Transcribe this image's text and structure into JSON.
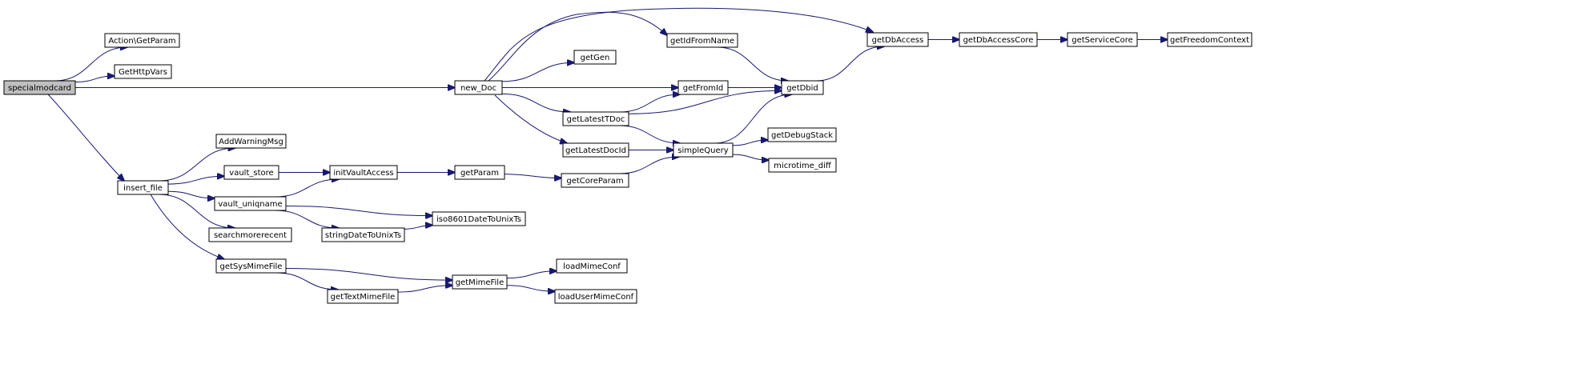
{
  "diagram": {
    "root": "specialmodcard",
    "nodes": [
      {
        "id": "specialmodcard",
        "label": "specialmodcard",
        "root": true
      },
      {
        "id": "action_getparam",
        "label": "Action\\GetParam"
      },
      {
        "id": "gethttpvars",
        "label": "GetHttpVars"
      },
      {
        "id": "new_doc",
        "label": "new_Doc"
      },
      {
        "id": "insert_file",
        "label": "insert_file"
      },
      {
        "id": "getdbaccess",
        "label": "getDbAccess"
      },
      {
        "id": "getidfromname",
        "label": "getIdFromName"
      },
      {
        "id": "getgen",
        "label": "getGen"
      },
      {
        "id": "getfromid",
        "label": "getFromId"
      },
      {
        "id": "getlatesttdoc",
        "label": "getLatestTDoc"
      },
      {
        "id": "getlatestdocid",
        "label": "getLatestDocId"
      },
      {
        "id": "getdbaccesscore",
        "label": "getDbAccessCore"
      },
      {
        "id": "getservicecore",
        "label": "getServiceCore"
      },
      {
        "id": "getfreedomcontext",
        "label": "getFreedomContext"
      },
      {
        "id": "getdbid",
        "label": "getDbid"
      },
      {
        "id": "simplequery",
        "label": "simpleQuery"
      },
      {
        "id": "getdebugstack",
        "label": "getDebugStack"
      },
      {
        "id": "microtime_diff",
        "label": "microtime_diff"
      },
      {
        "id": "addwarningmsg",
        "label": "AddWarningMsg"
      },
      {
        "id": "vault_store",
        "label": "vault_store"
      },
      {
        "id": "vault_uniqname",
        "label": "vault_uniqname"
      },
      {
        "id": "searchmorerecent",
        "label": "searchmorerecent"
      },
      {
        "id": "getsysmimefile",
        "label": "getSysMimeFile"
      },
      {
        "id": "initvaultaccess",
        "label": "initVaultAccess"
      },
      {
        "id": "getparam",
        "label": "getParam"
      },
      {
        "id": "getcoreparam",
        "label": "getCoreParam"
      },
      {
        "id": "iso8601datetounixts",
        "label": "iso8601DateToUnixTs"
      },
      {
        "id": "stringdatetounixts",
        "label": "stringDateToUnixTs"
      },
      {
        "id": "gettextmimefile",
        "label": "getTextMimeFile"
      },
      {
        "id": "getmimefile",
        "label": "getMimeFile"
      },
      {
        "id": "loadmimeconf",
        "label": "loadMimeConf"
      },
      {
        "id": "loadusermimeconf",
        "label": "loadUserMimeConf"
      }
    ],
    "edges": [
      [
        "specialmodcard",
        "action_getparam"
      ],
      [
        "specialmodcard",
        "gethttpvars"
      ],
      [
        "specialmodcard",
        "new_doc"
      ],
      [
        "specialmodcard",
        "insert_file"
      ],
      [
        "new_doc",
        "getdbaccess"
      ],
      [
        "new_doc",
        "getidfromname"
      ],
      [
        "new_doc",
        "getgen"
      ],
      [
        "new_doc",
        "getfromid"
      ],
      [
        "new_doc",
        "getlatesttdoc"
      ],
      [
        "new_doc",
        "getlatestdocid"
      ],
      [
        "getdbaccess",
        "getdbaccesscore"
      ],
      [
        "getdbaccesscore",
        "getservicecore"
      ],
      [
        "getservicecore",
        "getfreedomcontext"
      ],
      [
        "getidfromname",
        "getdbid"
      ],
      [
        "getfromid",
        "getdbid"
      ],
      [
        "getlatesttdoc",
        "getfromid"
      ],
      [
        "getlatesttdoc",
        "getdbid"
      ],
      [
        "getlatesttdoc",
        "simplequery"
      ],
      [
        "getlatestdocid",
        "simplequery"
      ],
      [
        "getdbid",
        "getdbaccess"
      ],
      [
        "simplequery",
        "getdbid"
      ],
      [
        "simplequery",
        "getdebugstack"
      ],
      [
        "simplequery",
        "microtime_diff"
      ],
      [
        "insert_file",
        "addwarningmsg"
      ],
      [
        "insert_file",
        "vault_store"
      ],
      [
        "insert_file",
        "vault_uniqname"
      ],
      [
        "insert_file",
        "searchmorerecent"
      ],
      [
        "insert_file",
        "getsysmimefile"
      ],
      [
        "vault_store",
        "initvaultaccess"
      ],
      [
        "vault_uniqname",
        "initvaultaccess"
      ],
      [
        "vault_uniqname",
        "iso8601datetounixts"
      ],
      [
        "vault_uniqname",
        "stringdatetounixts"
      ],
      [
        "initvaultaccess",
        "getparam"
      ],
      [
        "getparam",
        "getcoreparam"
      ],
      [
        "getcoreparam",
        "simplequery"
      ],
      [
        "stringdatetounixts",
        "iso8601datetounixts"
      ],
      [
        "getsysmimefile",
        "getmimefile"
      ],
      [
        "getsysmimefile",
        "gettextmimefile"
      ],
      [
        "gettextmimefile",
        "getmimefile"
      ],
      [
        "getmimefile",
        "loadmimeconf"
      ],
      [
        "getmimefile",
        "loadusermimeconf"
      ]
    ]
  }
}
